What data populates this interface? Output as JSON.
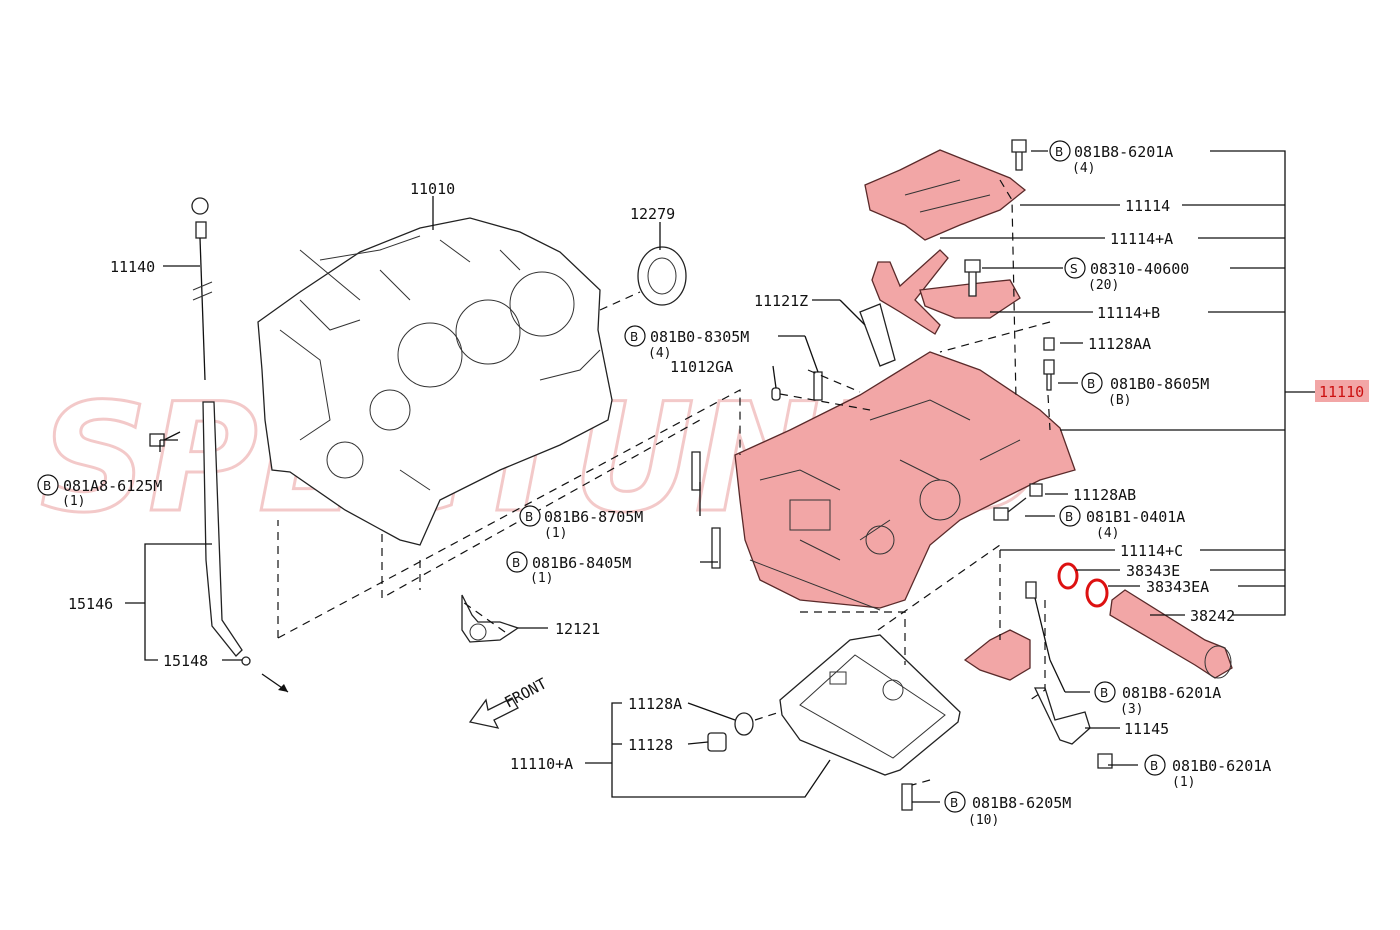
{
  "watermark": {
    "text": "SPECTUNED"
  },
  "highlight_color": "#f2a6a6",
  "highlight_text_color": "#cc1111",
  "labels": {
    "p11010": "11010",
    "p12279": "12279",
    "p11140": "11140",
    "p11121z": "11121Z",
    "p11012ga": "11012GA",
    "p11114": "11114",
    "p11114a": "11114+A",
    "p11114b": "11114+B",
    "p11114c": "11114+C",
    "p11128aa": "11128AA",
    "p11128ab": "11128AB",
    "p11110": "11110",
    "p38343e": "38343E",
    "p38343ea": "38343EA",
    "p38242": "38242",
    "p15146": "15146",
    "p15148": "15148",
    "p12121": "12121",
    "p11128a": "11128A",
    "p11128": "11128",
    "p11110a": "11110+A",
    "p11145": "11145",
    "front": "FRONT"
  },
  "bolts": [
    {
      "key": "b1",
      "symbol": "B",
      "part": "081B8-6201A",
      "qty": "(4)"
    },
    {
      "key": "s1",
      "symbol": "S",
      "part": "08310-40600",
      "qty": "(20)"
    },
    {
      "key": "b2",
      "symbol": "B",
      "part": "081B0-8305M",
      "qty": "(4)"
    },
    {
      "key": "b3",
      "symbol": "B",
      "part": "081B0-8605M",
      "qty": "(B)"
    },
    {
      "key": "b4",
      "symbol": "B",
      "part": "081A8-6125M",
      "qty": "(1)"
    },
    {
      "key": "b5",
      "symbol": "B",
      "part": "081B6-8705M",
      "qty": "(1)"
    },
    {
      "key": "b6",
      "symbol": "B",
      "part": "081B1-0401A",
      "qty": "(4)"
    },
    {
      "key": "b7",
      "symbol": "B",
      "part": "081B6-8405M",
      "qty": "(1)"
    },
    {
      "key": "b8",
      "symbol": "B",
      "part": "081B8-6201A",
      "qty": "(3)"
    },
    {
      "key": "b9",
      "symbol": "B",
      "part": "081B0-6201A",
      "qty": "(1)"
    },
    {
      "key": "b10",
      "symbol": "B",
      "part": "081B8-6205M",
      "qty": "(10)"
    }
  ]
}
